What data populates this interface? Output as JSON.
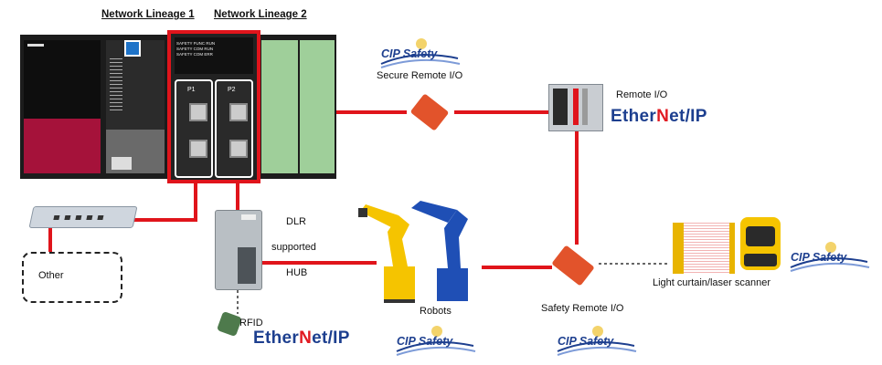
{
  "headers": {
    "lineage1": "Network Lineage 1",
    "lineage2": "Network Lineage 2"
  },
  "plc_panel": {
    "port1_label": "P1",
    "port2_label": "P2",
    "module_rows": [
      "SAFETY FUNC RUN",
      "SAFETY COM RUN",
      "SAFETY COM ERR"
    ]
  },
  "devices": {
    "secure_remote_io": "Secure Remote I/O",
    "remote_io": "Remote I/O",
    "other": "Other",
    "hub_line1": "DLR",
    "hub_line2": "supported",
    "hub_line3": "HUB",
    "rfid": "RFID",
    "robots": "Robots",
    "safety_remote_io": "Safety Remote I/O",
    "light_curtain": "Light curtain/laser scanner"
  },
  "logos": {
    "cip_safety": "CIP Safety",
    "ethernet_ip_part1": "Ether",
    "ethernet_ip_part2": "N",
    "ethernet_ip_part3": "et/IP"
  },
  "colors": {
    "network_line": "#e0141b",
    "highlight_box": "#e0141b",
    "ethernet_blue": "#1d3f8f",
    "robot_yellow": "#f5c400",
    "robot_blue": "#1f4fb5"
  },
  "icons": [
    "plc-rack-icon",
    "switch-icon",
    "hub-icon",
    "rfid-reader-icon",
    "robot-arm-icon",
    "remote-io-block-icon",
    "light-curtain-icon",
    "laser-scanner-icon",
    "cip-safety-logo",
    "ethernet-ip-logo"
  ]
}
